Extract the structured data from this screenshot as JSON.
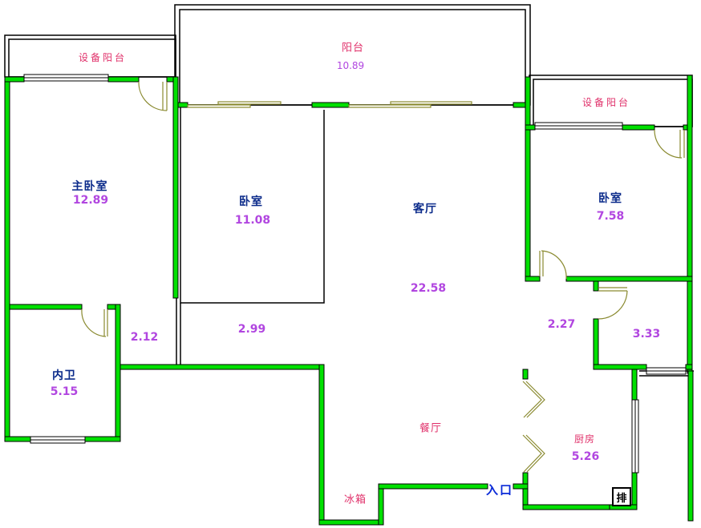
{
  "plan": {
    "rooms": {
      "master_bedroom": {
        "name": "主卧室",
        "area": "12.89"
      },
      "bedroom_middle": {
        "name": "卧室",
        "area": "11.08"
      },
      "living_room": {
        "name": "客厅",
        "area": "22.58"
      },
      "bedroom_right": {
        "name": "卧室",
        "area": "7.58"
      },
      "ensuite_bath": {
        "name": "内卫",
        "area": "5.15"
      },
      "kitchen": {
        "name": "厨房",
        "area": "5.26"
      },
      "dining": {
        "name": "餐厅"
      }
    },
    "balconies": {
      "main": {
        "name": "阳台",
        "area": "10.89"
      },
      "equipment_left": {
        "name": "设备阳台"
      },
      "equipment_right": {
        "name": "设备阳台"
      }
    },
    "unlabeled_areas": {
      "corridor_left": "2.12",
      "hall_middle": "2.99",
      "passage_right": "2.27",
      "bathroom_right": "3.33"
    },
    "fixtures": {
      "fridge": "冰箱",
      "entrance": "入口",
      "exhaust": "排"
    },
    "colors": {
      "wall": "#00e000",
      "outline": "#000000",
      "door_swing": "#8a8a30",
      "room_name": "#0a2a8a",
      "area_value": "#b146e0",
      "balcony_name": "#e0306a"
    }
  }
}
